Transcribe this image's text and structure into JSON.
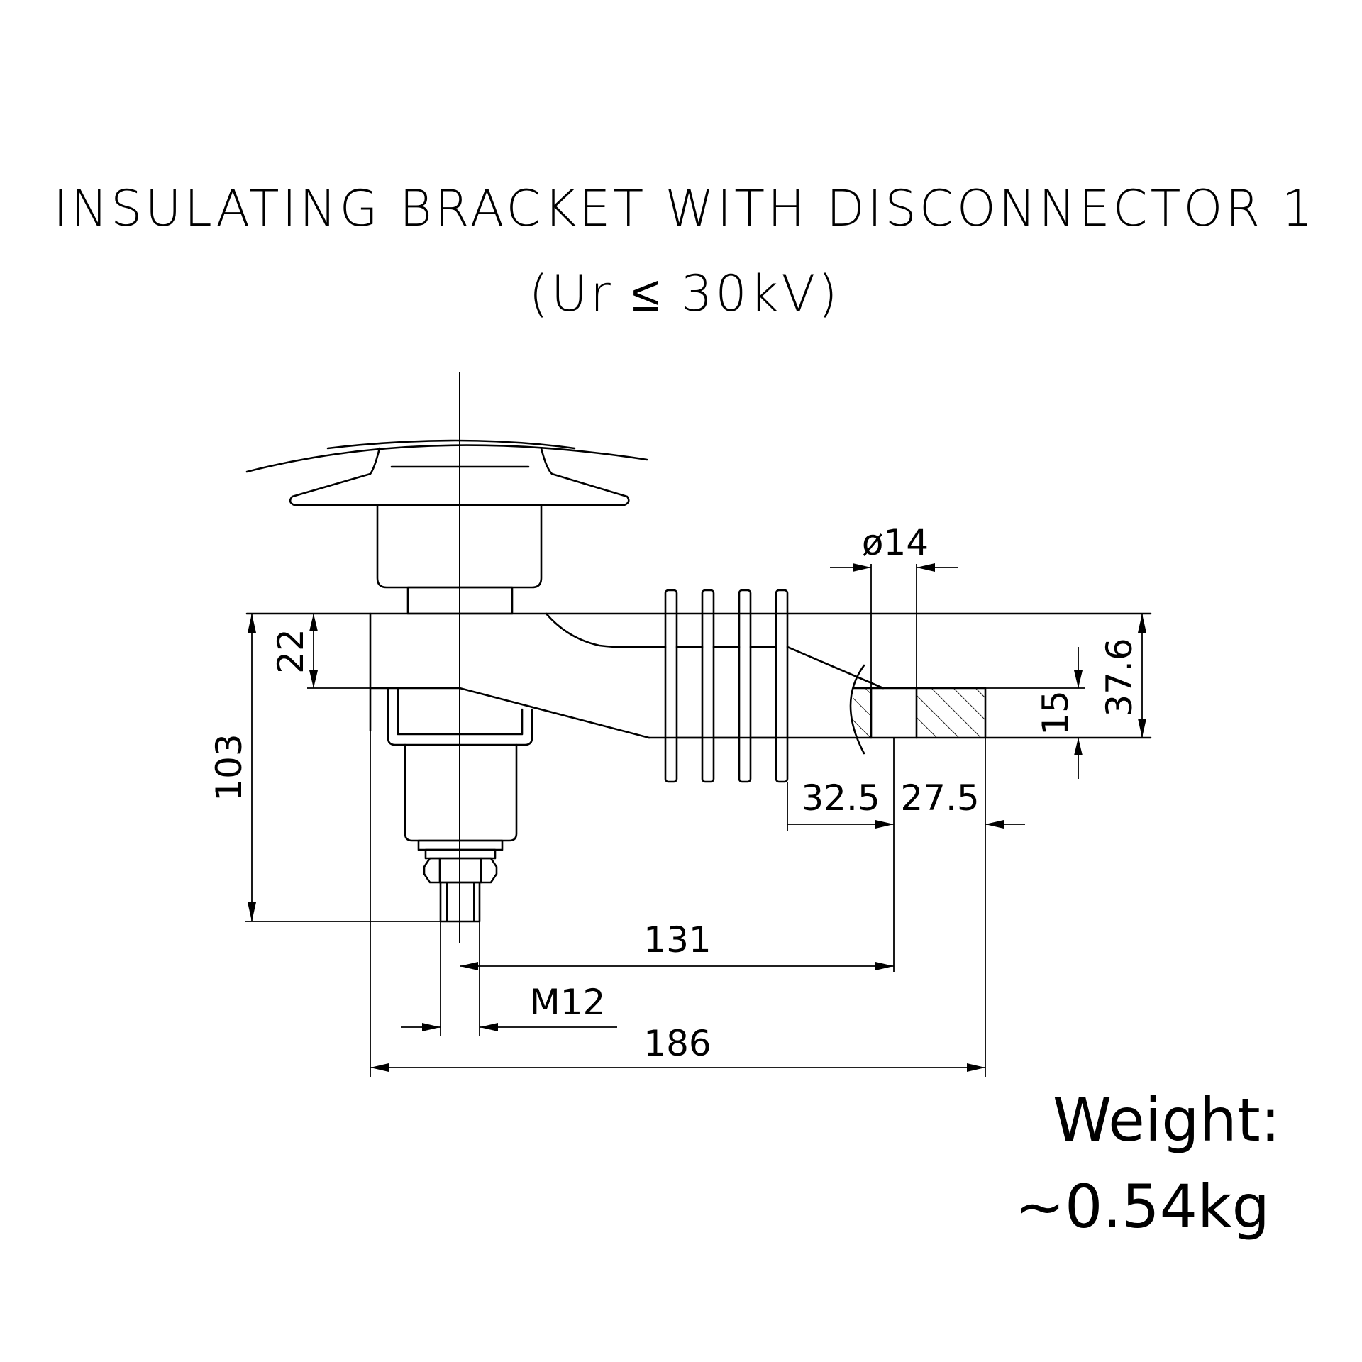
{
  "title": {
    "line1": "INSULATING BRACKET WITH DISCONNECTOR 1",
    "line2": "(Ur ≤ 30kV)"
  },
  "dimensions": {
    "d22": "22",
    "d103": "103",
    "d14": "ø14",
    "d37_6": "37.6",
    "d15": "15",
    "d32_5": "32.5",
    "d27_5": "27.5",
    "d131": "131",
    "m12": "M12",
    "d186": "186"
  },
  "weight": {
    "label": "Weight:",
    "value": "~0.54kg"
  }
}
